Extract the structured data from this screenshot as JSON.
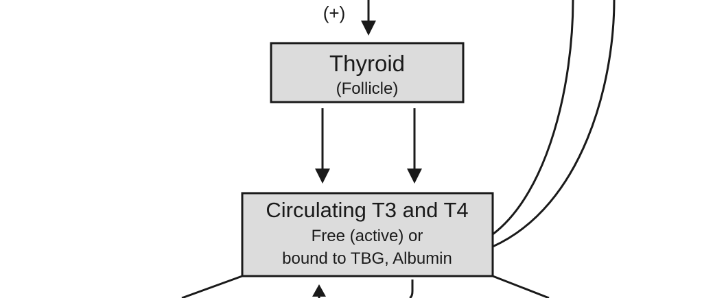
{
  "colors": {
    "box_fill": "#dcdcdc",
    "stroke": "#1a1a1a",
    "background": "#ffffff"
  },
  "labels": {
    "plus_sign": "(+)"
  },
  "boxes": {
    "thyroid": {
      "title": "Thyroid",
      "subtitle": "(Follicle)"
    },
    "circulating": {
      "title": "Circulating T3 and T4",
      "line1": "Free (active) or",
      "line2": "bound to TBG, Albumin"
    }
  }
}
